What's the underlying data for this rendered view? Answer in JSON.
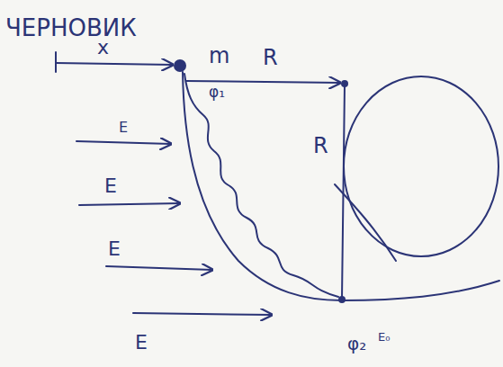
{
  "diagram": {
    "labels": [
      "ЧЕРНОВИК",
      "x",
      "m",
      "R",
      "R",
      "φ₁",
      "E",
      "E",
      "E",
      "E",
      "φ₂",
      "E₀"
    ]
  }
}
